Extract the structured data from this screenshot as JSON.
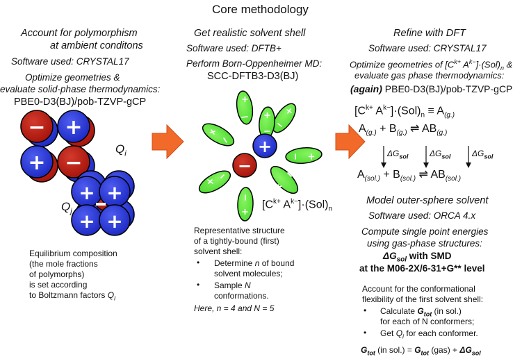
{
  "title": "Core methodology",
  "col1": {
    "heading_l1": "Account for polymorphism",
    "heading_l2": "at ambient conditons",
    "software": "Software used: CRYSTAL17",
    "optimize_l1": "Optimize geometries &",
    "optimize_l2": "evaluate solid-phase thermodynamics:",
    "method": "PBE0-D3(BJ)/pob-TZVP-gCP",
    "label_qi": "Qi",
    "label_qj": "Qj",
    "note_l1": "Equilibrium composition",
    "note_l2": "(the mole fractions",
    "note_l3": "of polymorphs)",
    "note_l4": "is set according",
    "note_l5": "to Boltzmann factors Qi"
  },
  "col2": {
    "heading": "Get realistic solvent shell",
    "software": "Software used: DFTB+",
    "perform": "Perform Born-Oppenheimer MD:",
    "method": "SCC-DFTB3-D3(BJ)",
    "cluster_label": "[Ck+ Ak−]·(Sol)n",
    "desc_l1": "Representative structure",
    "desc_l2": "of a tightly-bound (first)",
    "desc_l3": "solvent shell:",
    "bullet1_l1": "Determine n of bound",
    "bullet1_l2": "solvent molecules;",
    "bullet2_l1": "Sample N",
    "bullet2_l2": "conformations.",
    "here": "Here, n = 4 and N = 5"
  },
  "col3": {
    "heading": "Refine with DFT",
    "software": "Software used: CRYSTAL17",
    "optimize_l1": "Optimize geometries of [Ck+ Ak−]·(Sol)n &",
    "optimize_l2": "evaluate gas phase thermodynamics:",
    "again": "(again)",
    "method": "PBE0-D3(BJ)/pob-TZVP-gCP",
    "eq1": "[Ck+ Ak−]·(Sol)n ≡ A(g.)",
    "eq2": "A(g.) + B(g.) ⇌ AB(g.)",
    "dg": "ΔGsol",
    "eq3": "A(sol.) + B(sol.) ⇌ AB(sol.)",
    "outer_heading": "Model outer-sphere solvent",
    "outer_software": "Software used: ORCA 4.x",
    "compute_l1": "Compute single point energies",
    "compute_l2": "using gas-phase structures:",
    "smd_l1": "ΔGsol with SMD",
    "smd_l2": "at the M06-2X/6-31+G** level",
    "flex_l1": "Account for the conformational",
    "flex_l2": "flexibility of the first solvent shell:",
    "flex_b1_l1": "Calculate Gtot (in sol.)",
    "flex_b1_l2": "for each of N conformers;",
    "flex_b2": "Get Qi for each conformer.",
    "final_eq": "Gtot (in sol.) = Gtot (gas) + ΔGsol"
  },
  "colors": {
    "cation_blue": "#2233cc",
    "anion_red": "#bb1a10",
    "solvent_green": "#66ee44",
    "arrow_orange": "#f26a2a"
  }
}
